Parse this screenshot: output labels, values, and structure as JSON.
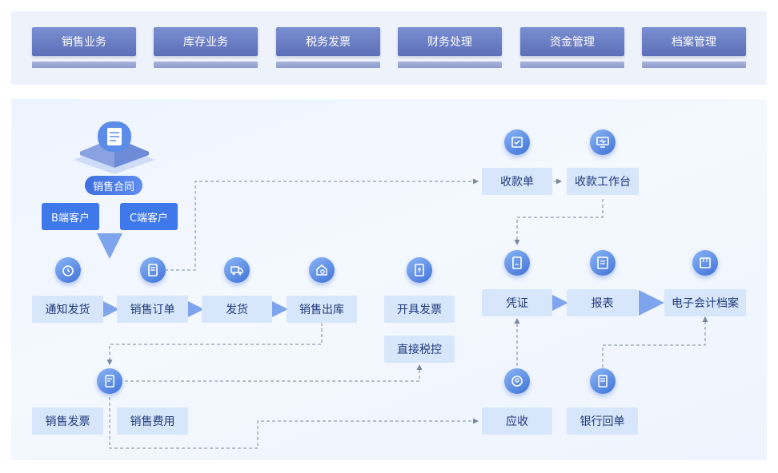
{
  "top_tabs": [
    "销售业务",
    "库存业务",
    "税务发票",
    "财务处理",
    "资金管理",
    "档案管理"
  ],
  "contract": {
    "label": "销售合同"
  },
  "customers": {
    "b": "B端客户",
    "c": "C端客户"
  },
  "nodes": {
    "notify_ship": "通知发货",
    "sales_order": "销售订单",
    "ship": "发货",
    "sales_outbound": "销售出库",
    "issue_invoice": "开具发票",
    "direct_tax": "直接税控",
    "sales_invoice": "销售发票",
    "sales_expense": "销售费用",
    "receipt": "收款单",
    "receipt_workbench": "收款工作台",
    "voucher": "凭证",
    "report": "报表",
    "e_archive": "电子会计档案",
    "receivable": "应收",
    "bank_slip": "银行回单"
  },
  "colors": {
    "tab": "#6a7dc4",
    "node_bg": "#d8e6fb",
    "node_text": "#1d3a7a",
    "customer_bg": "#3f78ea",
    "icon": "#4a7fe0",
    "arrow": "#7fa4ee",
    "dashed": "#7a889e"
  },
  "icons": {
    "sales_order": "document-icon",
    "ship": "truck-icon",
    "sales_outbound": "warehouse-icon",
    "notify_ship": "alarm-clock-icon",
    "issue_invoice": "invoice-icon",
    "receipt": "check-document-icon",
    "receipt_workbench": "monitor-icon",
    "voucher": "voucher-icon",
    "report": "report-icon",
    "e_archive": "archive-icon",
    "receivable": "coin-icon",
    "bank_slip": "bank-document-icon",
    "sales_invoice": "invoice-icon"
  }
}
